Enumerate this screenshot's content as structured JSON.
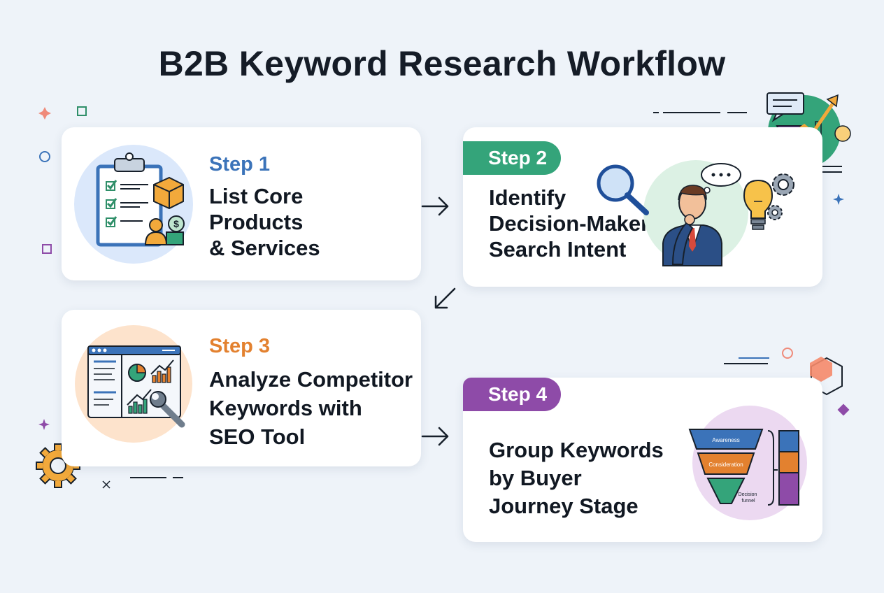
{
  "title": "B2B Keyword Research Workflow",
  "colors": {
    "background": "#eef3f9",
    "step1": "#3b73b9",
    "step2": "#34a47a",
    "step3": "#e3812f",
    "step4": "#8e4ba8"
  },
  "steps": [
    {
      "label": "Step 1",
      "title": "List Core\nProducts\n& Services",
      "icon": "clipboard-checklist-icon"
    },
    {
      "label": "Step 2",
      "title": "Identify\nDecision-Maker\nSearch Intent",
      "icon": "decision-maker-thinking-icon"
    },
    {
      "label": "Step 3",
      "title": "Analyze Competitor\nKeywords with\nSEO Tool",
      "icon": "seo-dashboard-icon"
    },
    {
      "label": "Step 4",
      "title": "Group Keywords\nby Buyer\nJourney Stage",
      "icon": "buyer-funnel-icon"
    }
  ],
  "funnel": {
    "stages": [
      "Awareness",
      "Consideration",
      "Decision\nfunnel"
    ]
  }
}
